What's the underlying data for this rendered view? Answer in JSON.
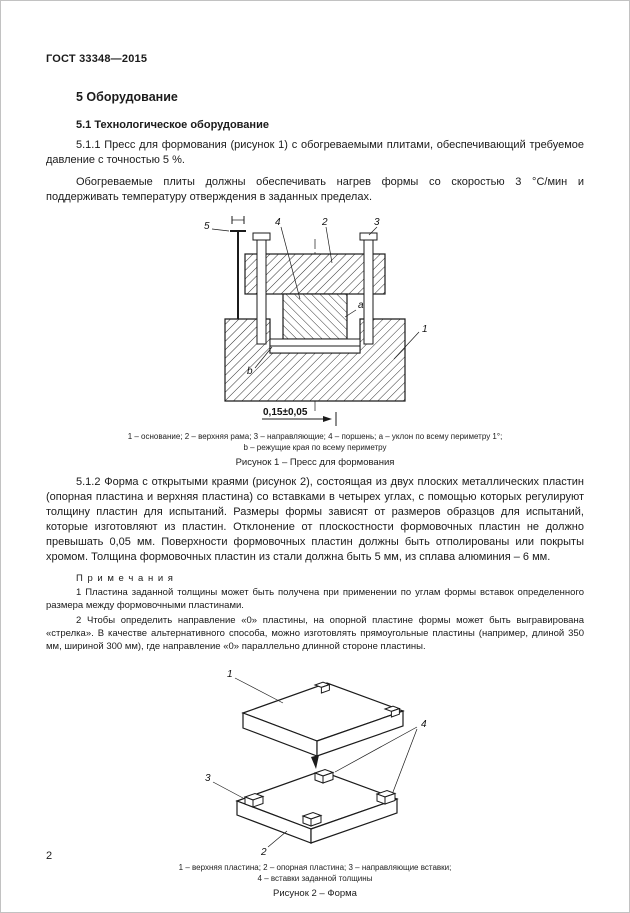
{
  "header": {
    "doc_number": "ГОСТ 33348—2015"
  },
  "sections": {
    "h1": "5 Оборудование",
    "h2": "5.1 Технологическое оборудование",
    "p1": "5.1.1 Пресс для формования (рисунок 1) с обогреваемыми плитами, обеспечивающий требуемое давление с точностью 5 %.",
    "p2": "Обогреваемые плиты должны обеспечивать нагрев формы со скоростью 3 °С/мин и поддерживать температуру отверждения в заданных пределах.",
    "p3": "5.1.2 Форма с открытыми краями (рисунок 2), состоящая из двух плоских металлических пластин (опорная пластина и верхняя пластина) со вставками в четырех углах, с помощью которых регулируют толщину пластин для испытаний. Размеры формы зависят от размеров образцов для испытаний, которые изготовляют из пластин. Отклонение от плоскостности формовочных пластин не должно превышать 0,05 мм. Поверхности формовочных пластин должны быть отполированы или покрыты хромом. Толщина формовочных пластин из стали должна быть 5 мм, из сплава алюминия – 6 мм.",
    "notes_title": "П р и м е ч а н и я",
    "note1": "1 Пластина заданной толщины может быть получена при применении по углам формы вставок определенного размера между формовочными пластинами.",
    "note2": "2 Чтобы определить направление «0» пластины, на опорной пластине формы может быть выгравирована «стрелка». В качестве альтернативного способа, можно изготовлять прямоугольные пластины (например, длиной 350 мм, шириной 300 мм), где направление «0» параллельно длинной стороне пластины."
  },
  "figure1": {
    "labels": {
      "n1": "1",
      "n2": "2",
      "n3": "3",
      "n4": "4",
      "n5": "5",
      "a": "а",
      "b": "b"
    },
    "dimension": "0,15±0,05",
    "caption1": "1 – основание; 2 – верхняя рама; 3 – направляющие; 4 – поршень; а – уклон по всему периметру 1°;",
    "caption2": "b – режущие края по всему периметру",
    "title": "Рисунок 1 – Пресс для формования"
  },
  "figure2": {
    "labels": {
      "n1": "1",
      "n2": "2",
      "n3": "3",
      "n4": "4"
    },
    "caption1": "1 – верхняя пластина; 2 – опорная пластина; 3 – направляющие вставки;",
    "caption2": "4 – вставки заданной толщины",
    "title": "Рисунок 2 – Форма"
  },
  "footer": {
    "page_number": "2"
  }
}
